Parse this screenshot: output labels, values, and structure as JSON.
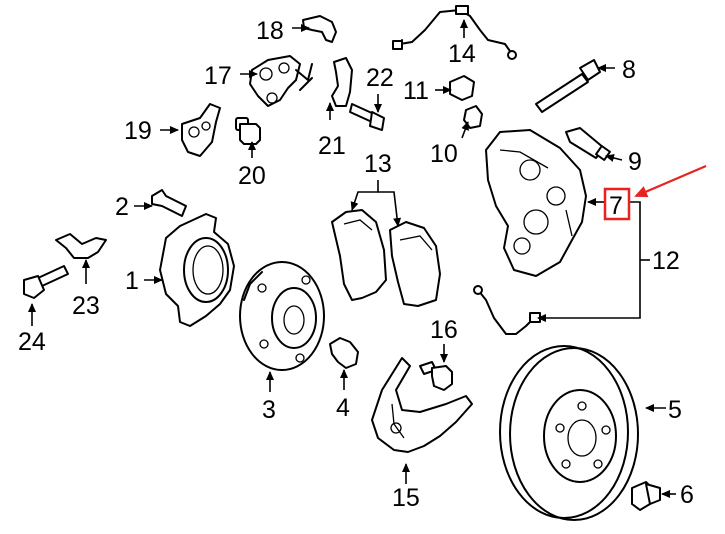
{
  "diagram": {
    "labels": [
      "1",
      "2",
      "3",
      "4",
      "5",
      "6",
      "7",
      "8",
      "9",
      "10",
      "11",
      "12",
      "13",
      "14",
      "15",
      "16",
      "17",
      "18",
      "19",
      "20",
      "21",
      "22",
      "23",
      "24"
    ],
    "highlight": {
      "label": "7",
      "box_color": "#e8231f",
      "arrow_color": "#e8231f"
    },
    "line_color": "#000000",
    "background": "#ffffff"
  }
}
